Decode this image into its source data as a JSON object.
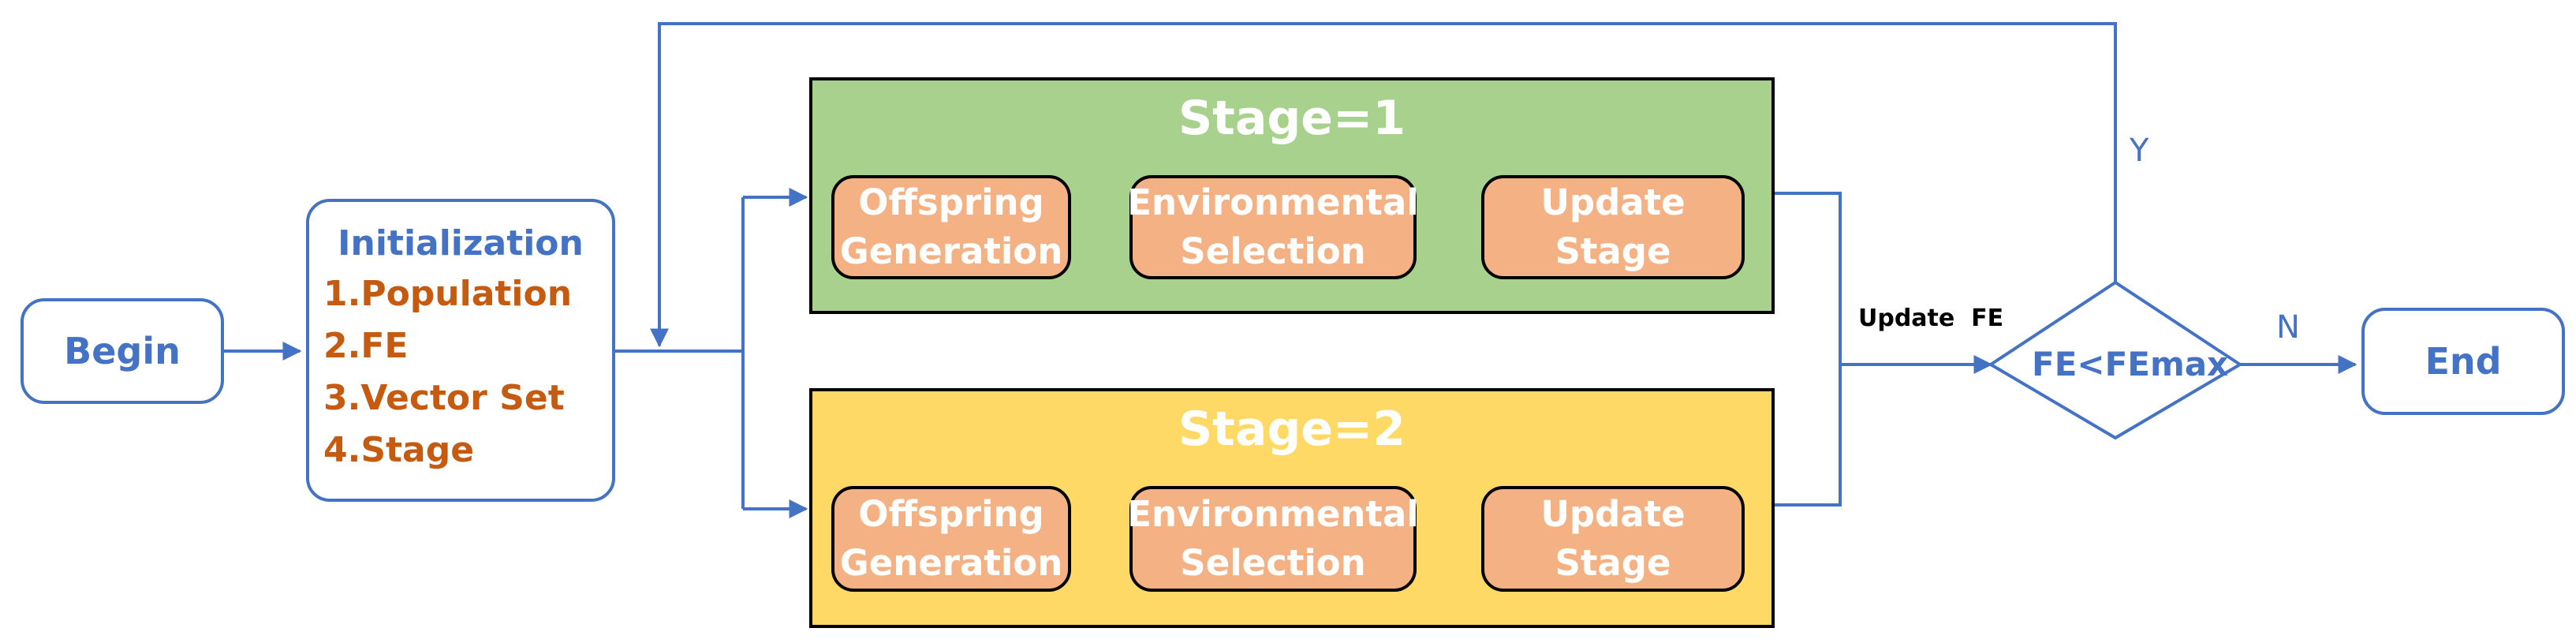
{
  "colors": {
    "flow_line": "#4472C4",
    "box_border": "#4472C4",
    "blue_text": "#4472C4",
    "orange_text": "#C55A11",
    "stage1_fill": "#A9D18E",
    "stage2_fill": "#FFD966",
    "process_fill": "#F4B183",
    "process_text": "#FFFFFF"
  },
  "begin": {
    "label": "Begin"
  },
  "initialization": {
    "title": "Initialization",
    "items": [
      "1.Population",
      "2.FE",
      "3.Vector Set",
      "4.Stage"
    ]
  },
  "stage1": {
    "title": "Stage=1",
    "steps": [
      {
        "line1": "Offspring",
        "line2": "Generation"
      },
      {
        "line1": "Environmental",
        "line2": "Selection"
      },
      {
        "line1": "Update",
        "line2": "Stage"
      }
    ]
  },
  "stage2": {
    "title": "Stage=2",
    "steps": [
      {
        "line1": "Offspring",
        "line2": "Generation"
      },
      {
        "line1": "Environmental",
        "line2": "Selection"
      },
      {
        "line1": "Update",
        "line2": "Stage"
      }
    ]
  },
  "update_fe": {
    "label": "Update  FE"
  },
  "decision": {
    "label": "FE<FEmax",
    "yes_label": "Y",
    "no_label": "N"
  },
  "end": {
    "label": "End"
  }
}
